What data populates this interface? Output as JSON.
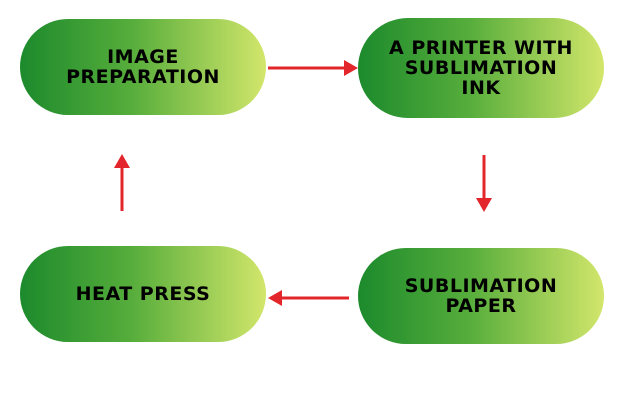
{
  "diagram": {
    "nodes": {
      "image_preparation": "IMAGE\nPREPARATION",
      "printer": "A PRINTER WITH\nSUBLIMATION\nINK",
      "sublimation_paper": "SUBLIMATION\nPAPER",
      "heat_press": "HEAT PRESS"
    },
    "colors": {
      "gradient_start": "#1c8a2c",
      "gradient_end": "#d2e66b",
      "arrow": "#e3262b",
      "text": "#000000"
    },
    "edges": [
      {
        "from": "image_preparation",
        "to": "printer"
      },
      {
        "from": "printer",
        "to": "sublimation_paper"
      },
      {
        "from": "sublimation_paper",
        "to": "heat_press"
      },
      {
        "from": "heat_press",
        "to": "image_preparation"
      }
    ]
  }
}
